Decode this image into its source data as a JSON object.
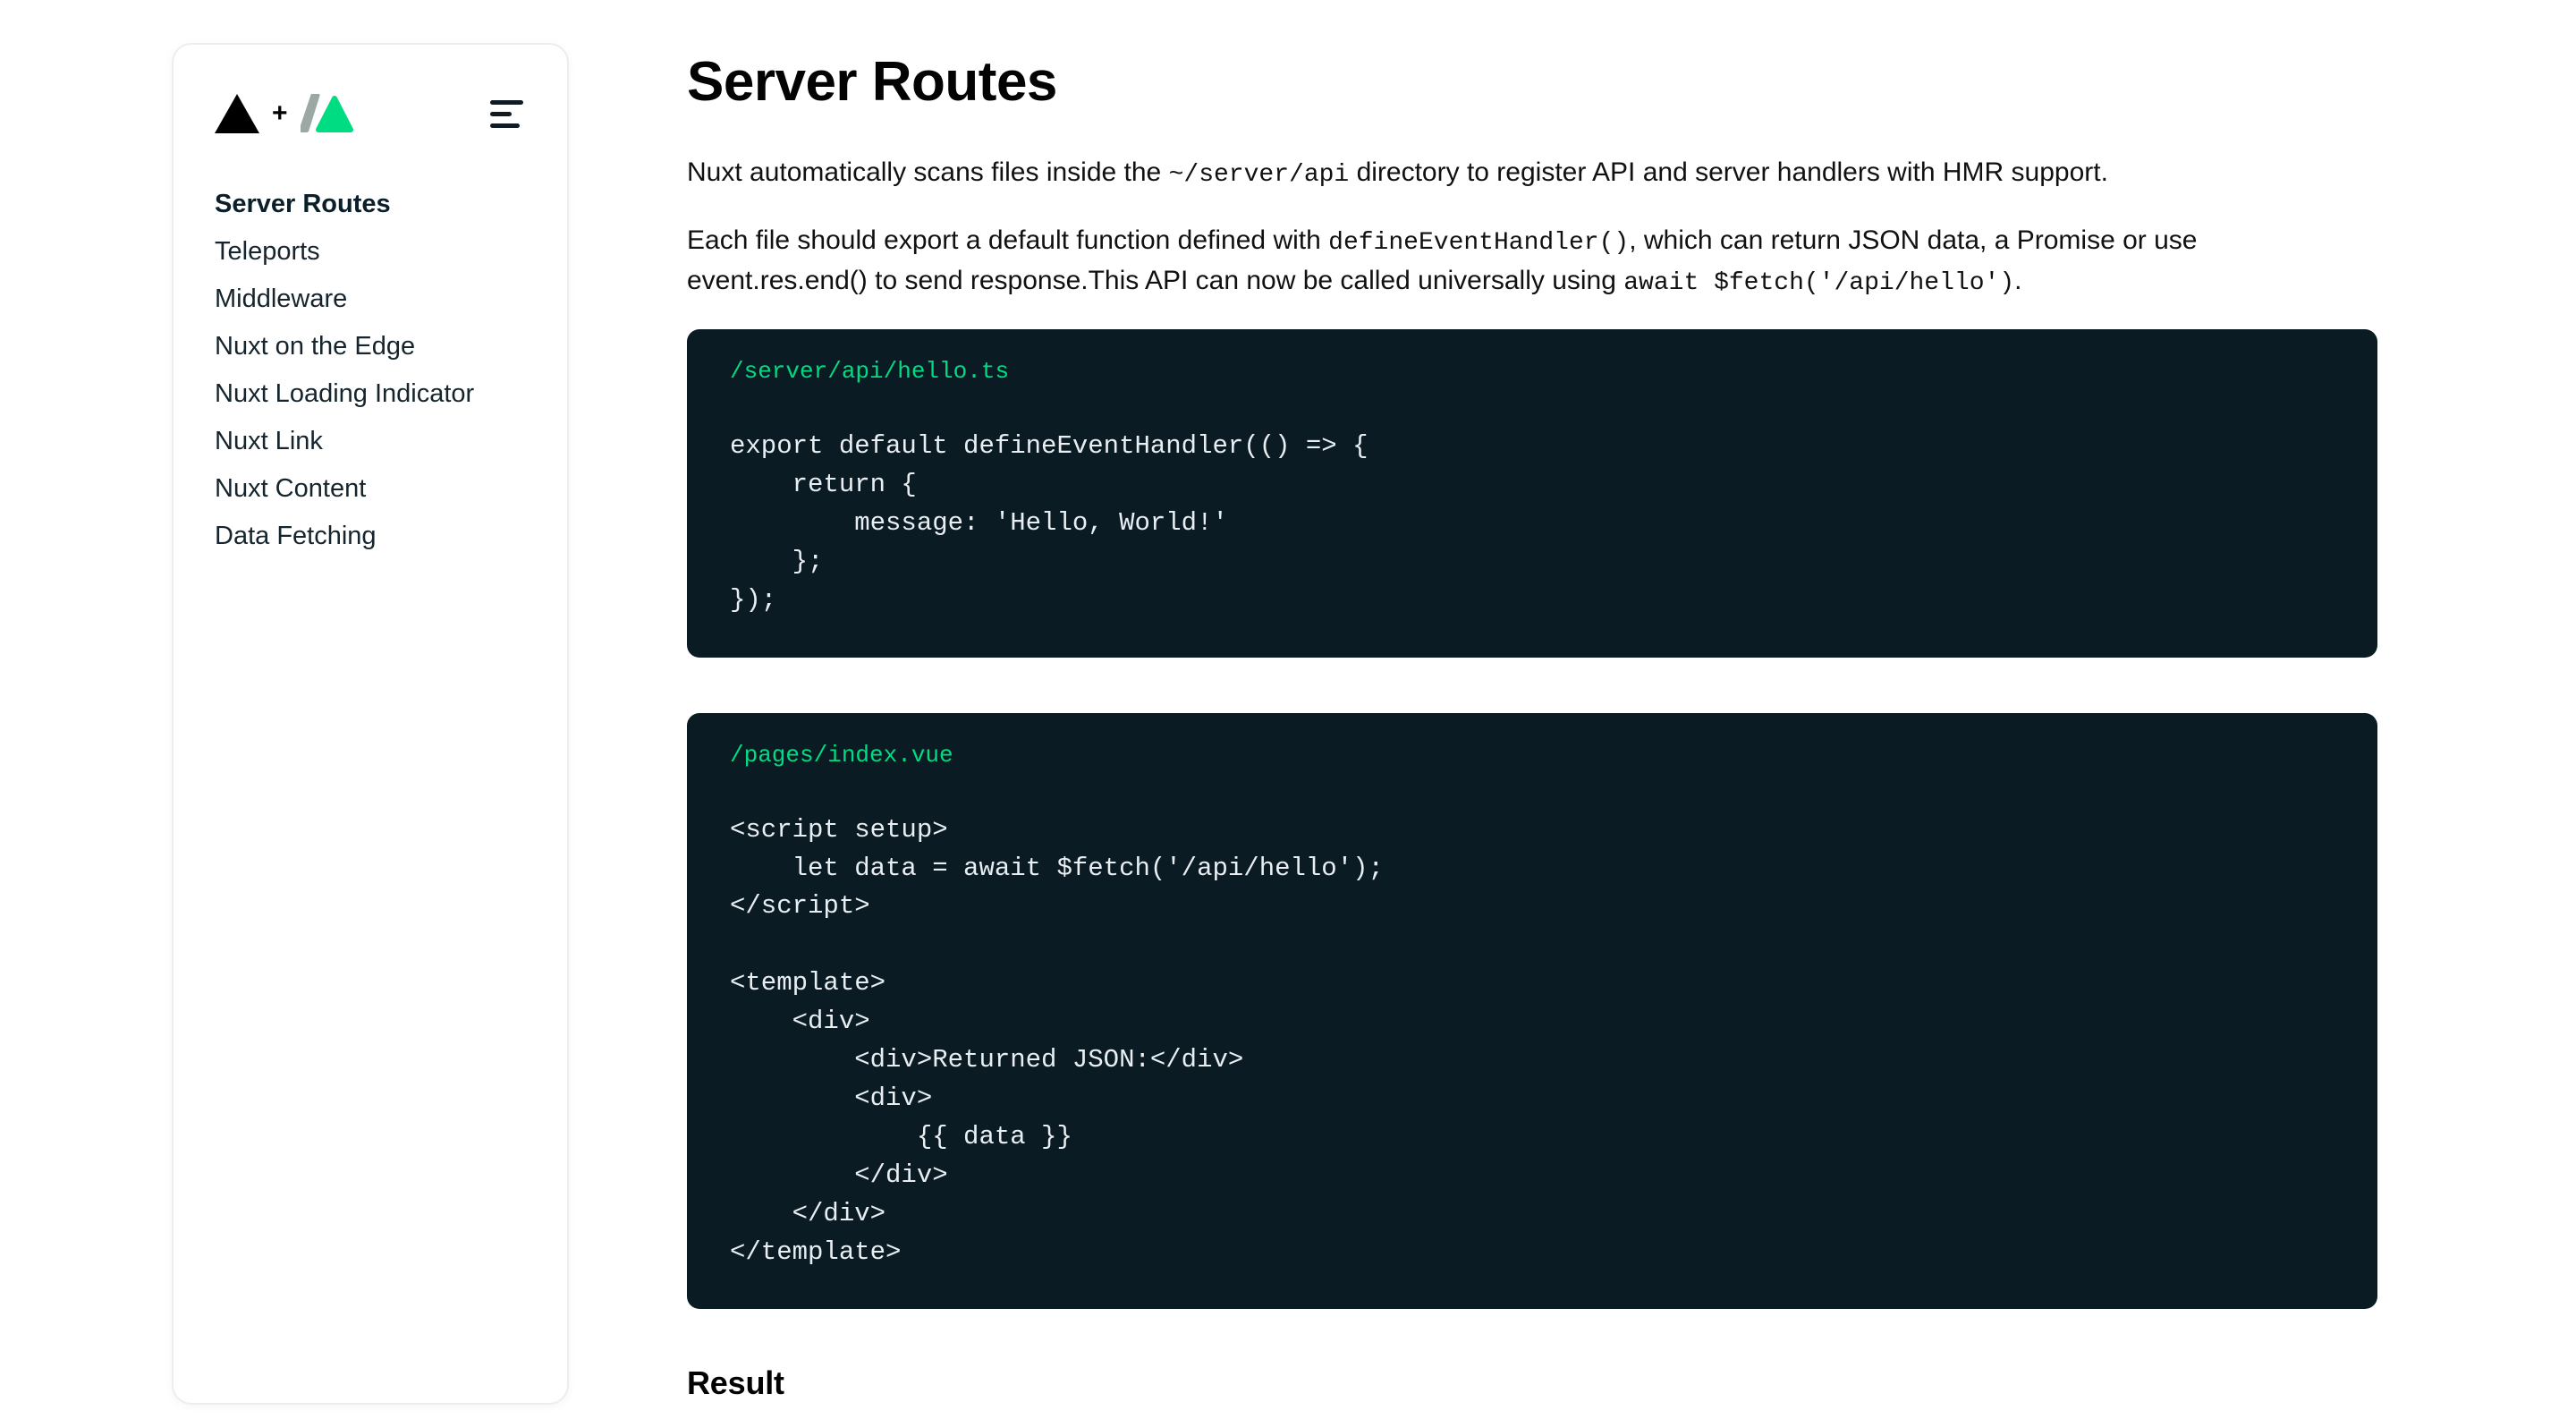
{
  "sidebar": {
    "logo": {
      "left_icon": "black-triangle-icon",
      "separator": "+",
      "right_icon": "nuxt-logo-icon"
    },
    "menu_icon": "align-left-menu-icon",
    "items": [
      {
        "label": "Server Routes",
        "active": true
      },
      {
        "label": "Teleports",
        "active": false
      },
      {
        "label": "Middleware",
        "active": false
      },
      {
        "label": "Nuxt on the Edge",
        "active": false
      },
      {
        "label": "Nuxt Loading Indicator",
        "active": false
      },
      {
        "label": "Nuxt Link",
        "active": false
      },
      {
        "label": "Nuxt Content",
        "active": false
      },
      {
        "label": "Data Fetching",
        "active": false
      }
    ]
  },
  "main": {
    "title": "Server Routes",
    "paragraph1": {
      "part1": "Nuxt automatically scans files inside the ",
      "code1": "~/server/api",
      "part2": " directory to register API and server handlers with HMR support."
    },
    "paragraph2": {
      "part1": "Each file should export a default function defined with ",
      "code1": "defineEventHandler()",
      "part2": ", which can return JSON data, a Promise or use event.res.end() to send response.This API can now be called universally using ",
      "code2": "await $fetch('/api/hello')",
      "part3": "."
    },
    "code_blocks": [
      {
        "filename": "/server/api/hello.ts",
        "code": "export default defineEventHandler(() => {\n    return {\n        message: 'Hello, World!'\n    };\n});"
      },
      {
        "filename": "/pages/index.vue",
        "code": "<script setup>\n    let data = await $fetch('/api/hello');\n</script>\n\n<template>\n    <div>\n        <div>Returned JSON:</div>\n        <div>\n            {{ data }}\n        </div>\n    </div>\n</template>"
      }
    ],
    "result_heading": "Result"
  },
  "colors": {
    "accent_green": "#00dc82",
    "code_background": "#0a1b24",
    "page_background": "#ffffff",
    "sidebar_border": "#eceeed",
    "text_primary": "#111111"
  }
}
